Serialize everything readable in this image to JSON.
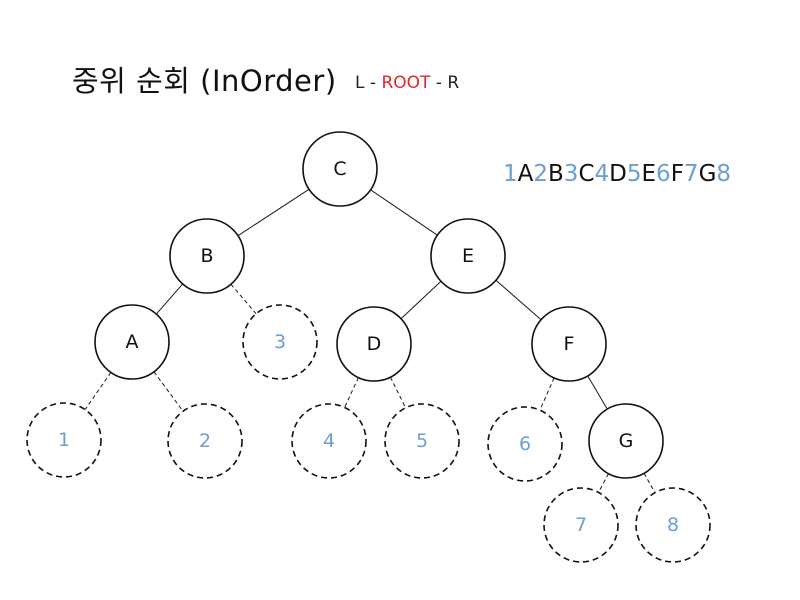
{
  "title": "중위 순회 (InOrder)",
  "order_rule": {
    "left": "L",
    "sep1": " - ",
    "root": "ROOT",
    "sep2": " - ",
    "right": "R"
  },
  "sequence": [
    "1",
    "A",
    "2",
    "B",
    "3",
    "C",
    "4",
    "D",
    "5",
    "E",
    "6",
    "F",
    "7",
    "G",
    "8"
  ],
  "colors": {
    "node_text": "#111111",
    "slot_text": "#6b9fd1",
    "root_highlight": "#e0262b"
  },
  "tree": {
    "nodes": [
      {
        "label": "C"
      },
      {
        "label": "B"
      },
      {
        "label": "E"
      },
      {
        "label": "A"
      },
      {
        "label": "D"
      },
      {
        "label": "F"
      },
      {
        "label": "G"
      }
    ],
    "slots": [
      {
        "label": "1"
      },
      {
        "label": "2"
      },
      {
        "label": "3"
      },
      {
        "label": "4"
      },
      {
        "label": "5"
      },
      {
        "label": "6"
      },
      {
        "label": "7"
      },
      {
        "label": "8"
      }
    ]
  }
}
